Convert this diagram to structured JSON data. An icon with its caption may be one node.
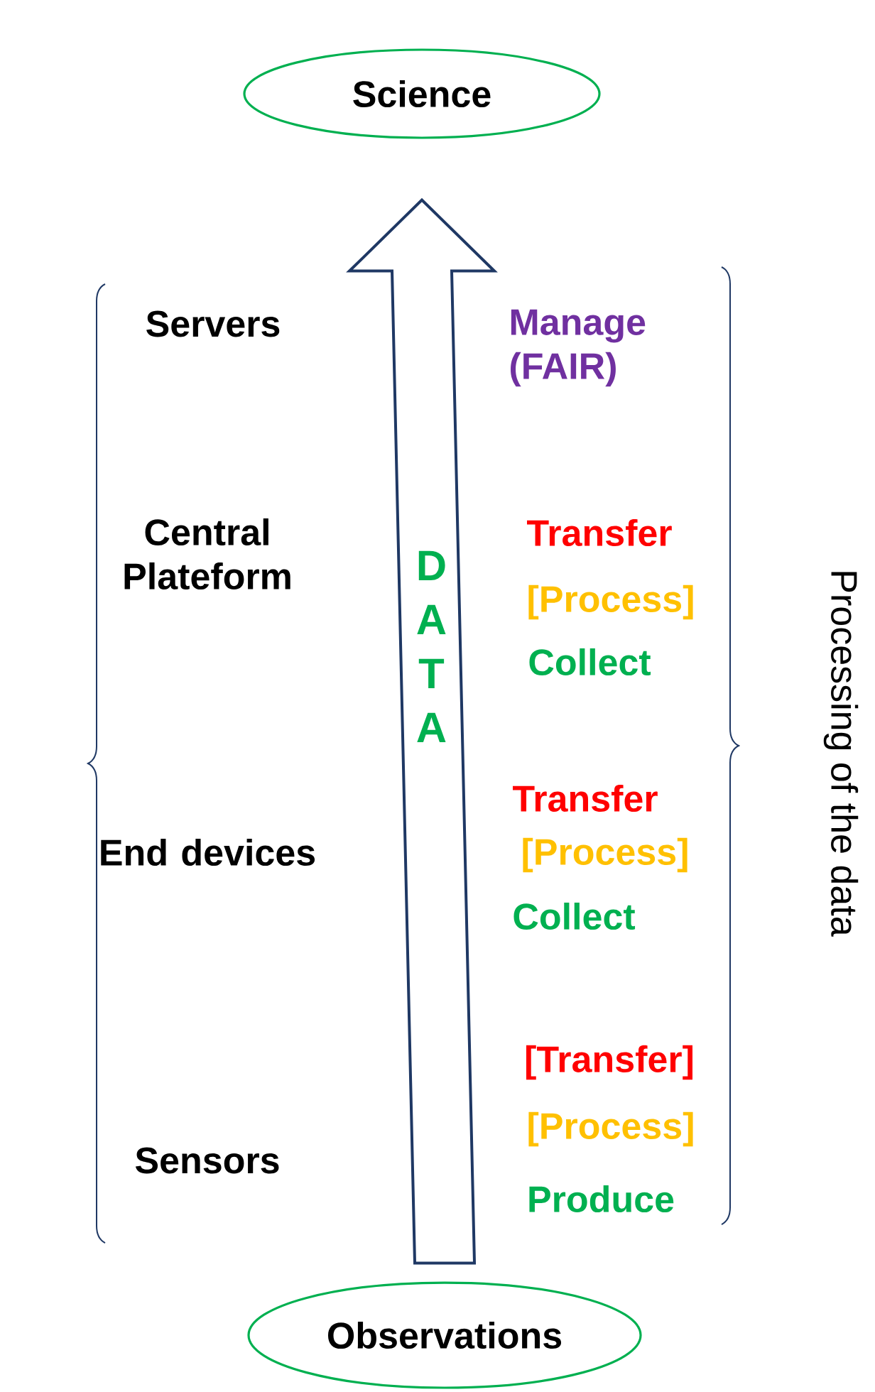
{
  "diagram": {
    "nodes": [
      {
        "text": [
          "Science"
        ]
      },
      {
        "text": [
          "Observations"
        ]
      }
    ],
    "edges": [
      {
        "from": 1,
        "to": 0,
        "arrow": "to",
        "label": "D A T A"
      }
    ],
    "labels": [
      "Servers",
      "Manage (FAIR)",
      "Central Plateform",
      "Transfer",
      "[Process]",
      "Collect",
      "End devices",
      "Transfer",
      "[Process]",
      "Collect",
      "Sensors",
      "[Transfer]",
      "[Process]",
      "Produce",
      "Processing of the data"
    ]
  }
}
